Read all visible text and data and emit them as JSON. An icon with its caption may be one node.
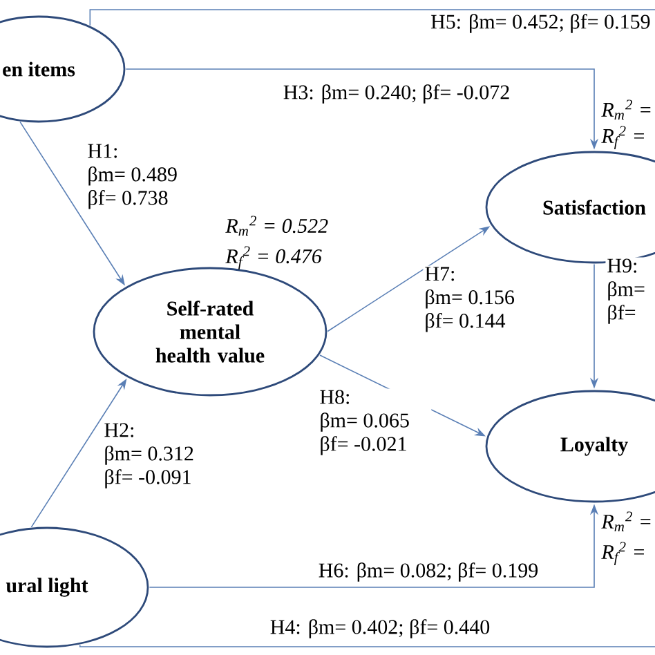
{
  "diagram": {
    "nodes": [
      {
        "text": [
          "en items"
        ]
      },
      {
        "text": [
          "Satisfaction"
        ],
        "beside": [
          "R$_{m}$$^{2}$ =",
          "R$_{f}$$^{2}$ ="
        ]
      },
      {
        "text": [
          "Self-rated mental health value"
        ],
        "beside": [
          "R$_{m}$$^{2}$ = 0.522",
          "R$_{f}$$^{2}$ = 0.476"
        ]
      },
      {
        "text": [
          "Loyalty"
        ],
        "beside": [
          "R$_{m}$$^{2}$ =",
          "R$_{f}$$^{2}$ ="
        ]
      },
      {
        "text": [
          "ural light"
        ]
      }
    ],
    "edges": [
      {
        "from": 0,
        "to": 2,
        "arrow": "to",
        "label": "H1: βm= 0.489 βf= 0.738"
      },
      {
        "from": 4,
        "to": 2,
        "arrow": "to",
        "label": "H2: βm= 0.312 βf= -0.091"
      },
      {
        "from": 0,
        "to": 1,
        "arrow": "to",
        "label": "H3: βm= 0.240; βf= -0.072"
      },
      {
        "from": 0,
        "to": null,
        "arrow": "none",
        "label": "H5: βm= 0.452; βf= 0.159"
      },
      {
        "from": 2,
        "to": 1,
        "arrow": "to",
        "label": "H7: βm= 0.156 βf= 0.144"
      },
      {
        "from": 2,
        "to": 3,
        "arrow": "to",
        "label": "H8: βm= 0.065 βf= -0.021"
      },
      {
        "from": 1,
        "to": 3,
        "arrow": "to",
        "label": "H9: βm= βf="
      },
      {
        "from": 4,
        "to": 3,
        "arrow": "to",
        "label": "H6: βm= 0.082; βf= 0.199"
      },
      {
        "from": 4,
        "to": null,
        "arrow": "none",
        "label": "H4: βm= 0.402; βf= 0.440"
      }
    ]
  }
}
